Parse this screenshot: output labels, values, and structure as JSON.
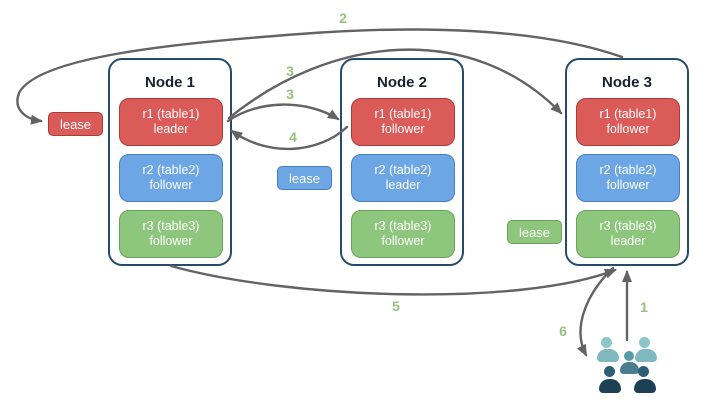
{
  "nodes": [
    {
      "title": "Node 1",
      "replicas": [
        {
          "name": "r1 (table1)",
          "role": "leader",
          "color": "red"
        },
        {
          "name": "r2 (table2)",
          "role": "follower",
          "color": "blue"
        },
        {
          "name": "r3 (table3)",
          "role": "follower",
          "color": "green"
        }
      ]
    },
    {
      "title": "Node 2",
      "replicas": [
        {
          "name": "r1 (table1)",
          "role": "follower",
          "color": "red"
        },
        {
          "name": "r2 (table2)",
          "role": "leader",
          "color": "blue"
        },
        {
          "name": "r3 (table3)",
          "role": "follower",
          "color": "green"
        }
      ]
    },
    {
      "title": "Node 3",
      "replicas": [
        {
          "name": "r1 (table1)",
          "role": "follower",
          "color": "red"
        },
        {
          "name": "r2 (table2)",
          "role": "follower",
          "color": "blue"
        },
        {
          "name": "r3 (table3)",
          "role": "leader",
          "color": "green"
        }
      ]
    }
  ],
  "leases": [
    {
      "label": "lease",
      "color": "red"
    },
    {
      "label": "lease",
      "color": "blue"
    },
    {
      "label": "lease",
      "color": "green"
    }
  ],
  "steps": {
    "s1": "1",
    "s2": "2",
    "s3a": "3",
    "s3b": "3",
    "s4": "4",
    "s5": "5",
    "s6": "6"
  },
  "icons": {
    "users_icon": "group-of-five-users"
  },
  "colors": {
    "red_fill": "#db5b58",
    "red_border": "#a93c38",
    "blue_fill": "#6ca6e4",
    "blue_border": "#4a7fbe",
    "green_fill": "#8fc67d",
    "green_border": "#67a457",
    "node_border": "#274b6d",
    "node_title_text": "#18222e",
    "arrow": "#636363",
    "step_label": "#93c47d",
    "text_on_fill": "#ffffff",
    "users_light": "#7fb8be",
    "users_light_head": "#8cc5ca",
    "users_mid": "#4a7d90",
    "users_mid_head": "#589ba8",
    "users_dark": "#1e4055",
    "users_dark_head": "#2f5d74"
  }
}
